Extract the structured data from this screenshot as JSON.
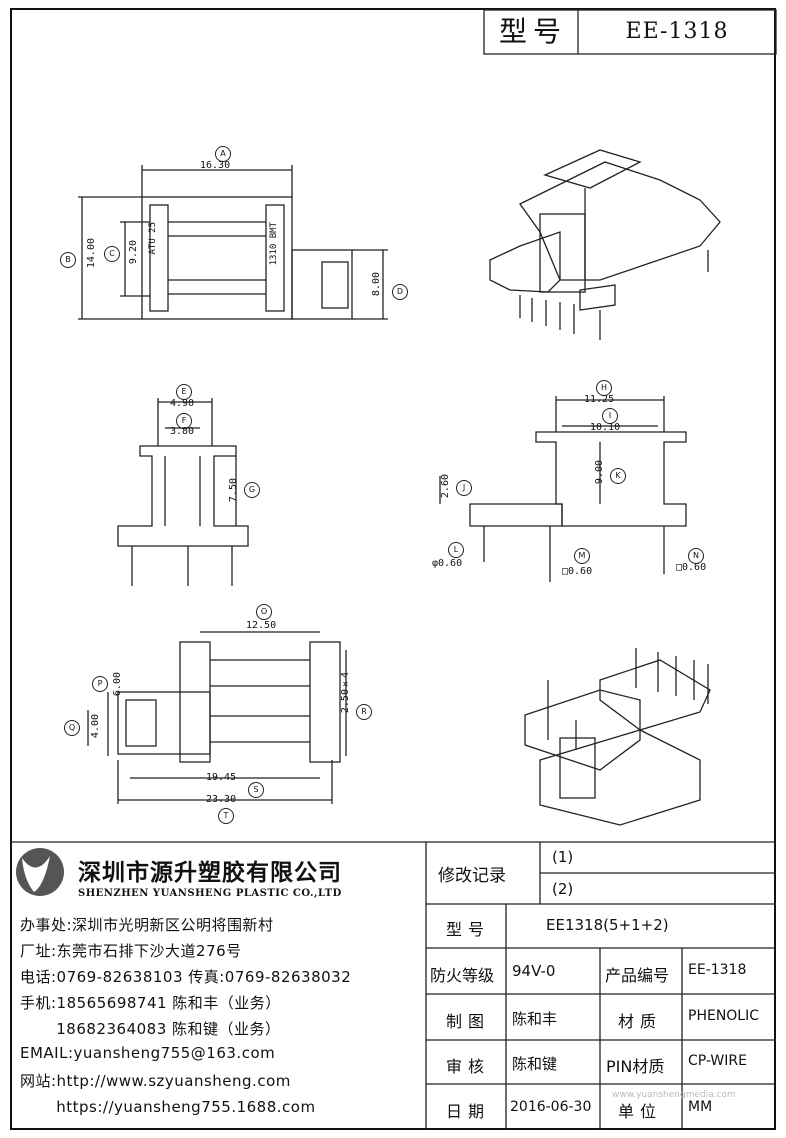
{
  "header": {
    "model_label": "型号",
    "model_code": "EE-1318"
  },
  "dimensions": {
    "A": "16.30",
    "B": "14.00",
    "C": "9.20",
    "D": "8.00",
    "E": "4.90",
    "F": "3.80",
    "G": "7.50",
    "H": "11.25",
    "I": "10.10",
    "J": "2.60",
    "K": "9.00",
    "L": "φ0.60",
    "M": "□0.60",
    "N": "□0.60",
    "O": "12.50",
    "P": "6.00",
    "Q": "4.00",
    "R": "2.50×4",
    "S": "19.45",
    "T": "23.30"
  },
  "part_marks": {
    "left": "ATU 25",
    "right": "1310 BMT"
  },
  "company": {
    "name_cn": "深圳市源升塑胶有限公司",
    "name_en": "SHENZHEN YUANSHENG PLASTIC CO.,LTD",
    "lines": [
      "办事处:深圳市光明新区公明将围新村",
      "厂址:东莞市石排下沙大道276号",
      "电话:0769-82638103 传真:0769-82638032",
      "手机:18565698741 陈和丰（业务）",
      "　　 18682364083 陈和键（业务）",
      "EMAIL:yuansheng755@163.com",
      "网站:http://www.szyuansheng.com",
      "　　 https://yuansheng755.1688.com"
    ]
  },
  "revision": {
    "label": "修改记录",
    "rows": [
      "(1)",
      "(2)"
    ]
  },
  "spec": {
    "model_label": "型号",
    "model_value": "EE1318(5+1+2)",
    "fire_label": "防火等级",
    "fire_value": "94V-0",
    "prod_no_label": "产品编号",
    "prod_no_value": "EE-1318",
    "draw_label": "制图",
    "draw_value": "陈和丰",
    "material_label": "材质",
    "material_value": "PHENOLIC",
    "review_label": "审核",
    "review_value": "陈和键",
    "pin_label": "PIN材质",
    "pin_value": "CP-WIRE",
    "date_label": "日期",
    "date_value": "2016-06-30",
    "unit_label": "单位",
    "unit_value": "MM"
  },
  "watermark": "www.yuanshengmedia.com"
}
